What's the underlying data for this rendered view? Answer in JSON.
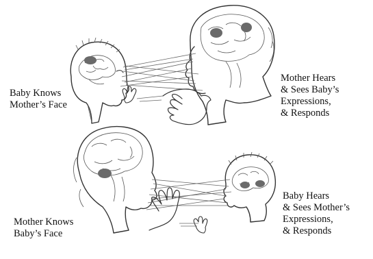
{
  "panel_top": {
    "left_caption": [
      "Baby Knows",
      "Mother’s Face"
    ],
    "right_caption": [
      "Mother Hears",
      "& Sees Baby’s",
      "Expressions,",
      "& Responds"
    ]
  },
  "panel_bottom": {
    "left_caption": [
      "Mother Knows",
      "Baby’s Face"
    ],
    "right_caption": [
      "Baby Hears",
      "& Sees Mother’s",
      "Expressions,",
      "& Responds"
    ]
  },
  "colors": {
    "line": "#333333",
    "highlight": "#6a6a6a"
  }
}
